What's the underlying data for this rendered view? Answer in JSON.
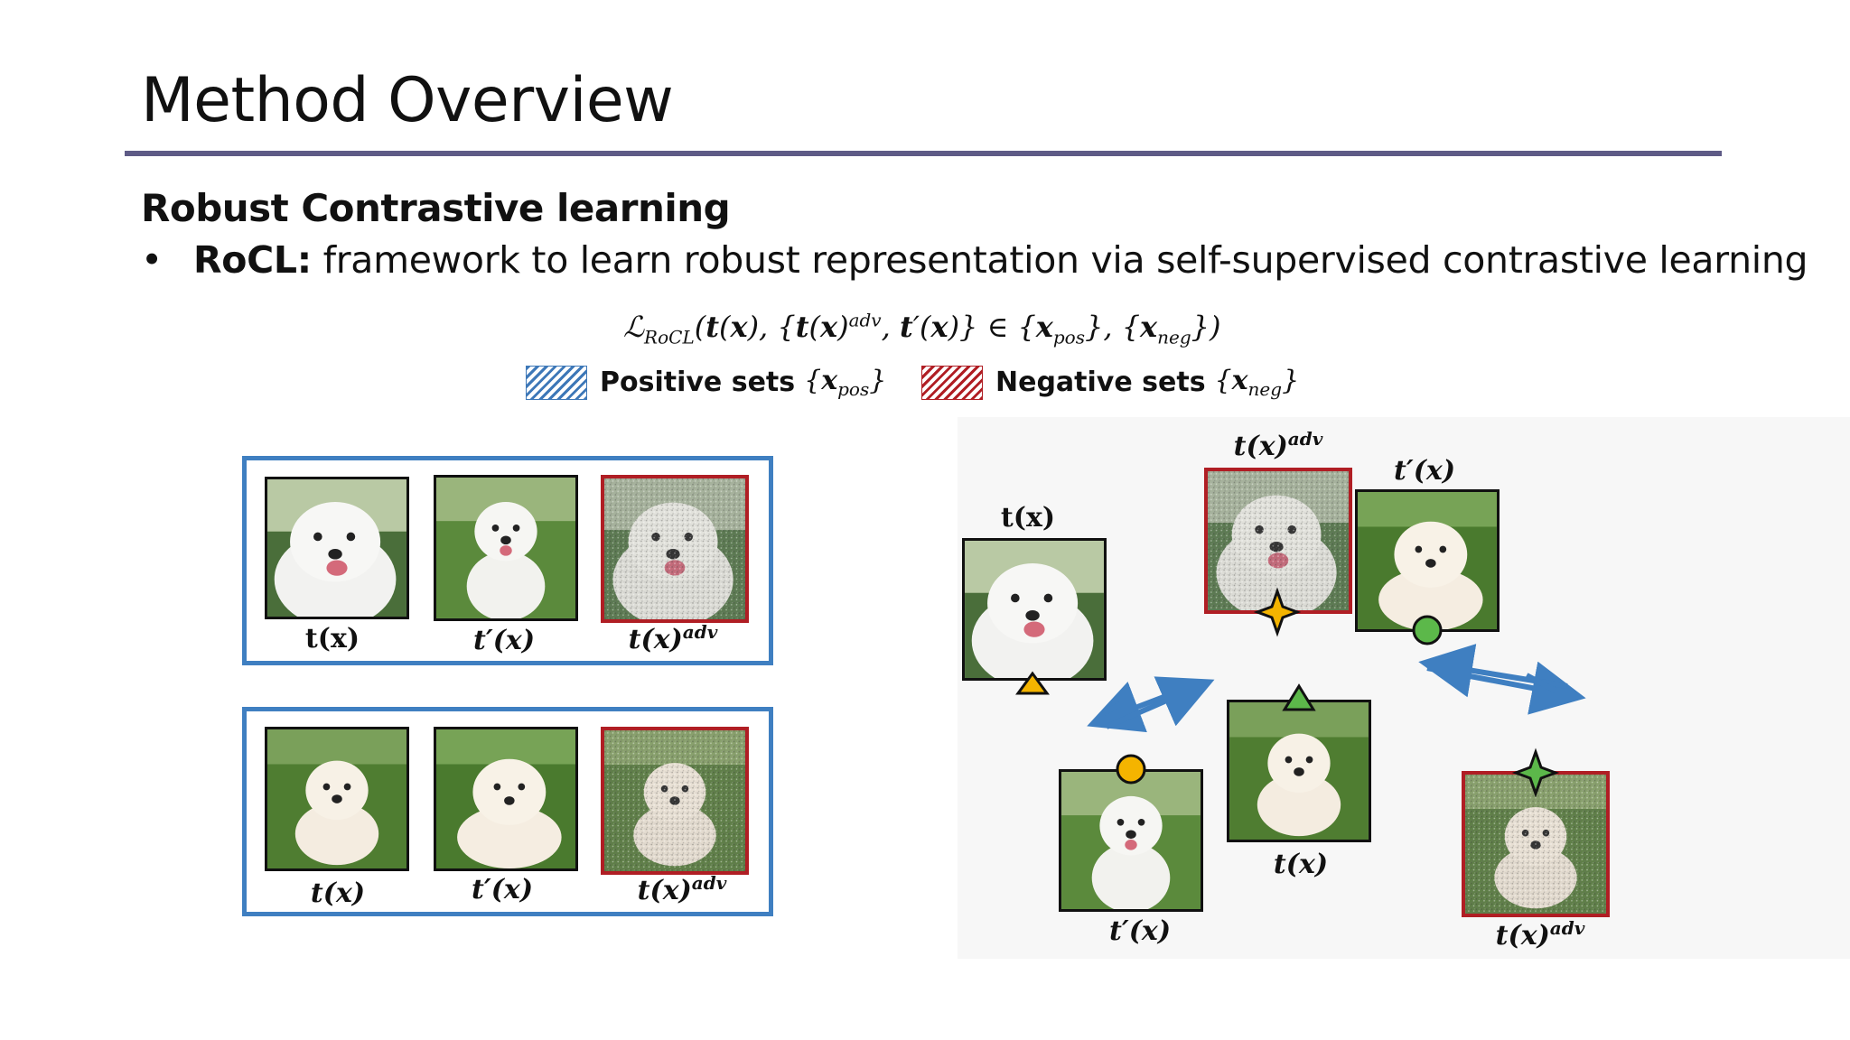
{
  "slide": {
    "title": "Method Overview",
    "subtitle": "Robust Contrastive learning",
    "bullet_term": "RoCL:",
    "bullet_text": " framework to learn robust representation via self-supervised contrastive learning",
    "bullet_symbol": "•"
  },
  "formula": "ℒRoCL(t(x), {t(x)adv, t′(x)} ∈ {xpos}, {xneg})",
  "legend": {
    "positive_label": "Positive sets",
    "positive_math": "{xpos}",
    "negative_label": "Negative sets",
    "negative_math": "{xneg}"
  },
  "left_group_1": {
    "labels": [
      "t(x)",
      "t′(x)",
      "t(x)adv"
    ]
  },
  "left_group_2": {
    "labels": [
      "t(x)",
      "t′(x)",
      "t(x)adv"
    ]
  },
  "right_diagram": {
    "labels": {
      "a_tx": "t(x)",
      "a_tadv": "t(x)adv",
      "a_tprime": "t′(x)",
      "b_tprime": "t′(x)",
      "b_tx": "t(x)",
      "b_tadv": "t(x)adv"
    }
  },
  "colors": {
    "positive": "#3f7fc1",
    "negative": "#b01e24",
    "rule": "#5e5b86",
    "marker_orange": "#f4b400",
    "marker_green": "#5cb84a"
  }
}
